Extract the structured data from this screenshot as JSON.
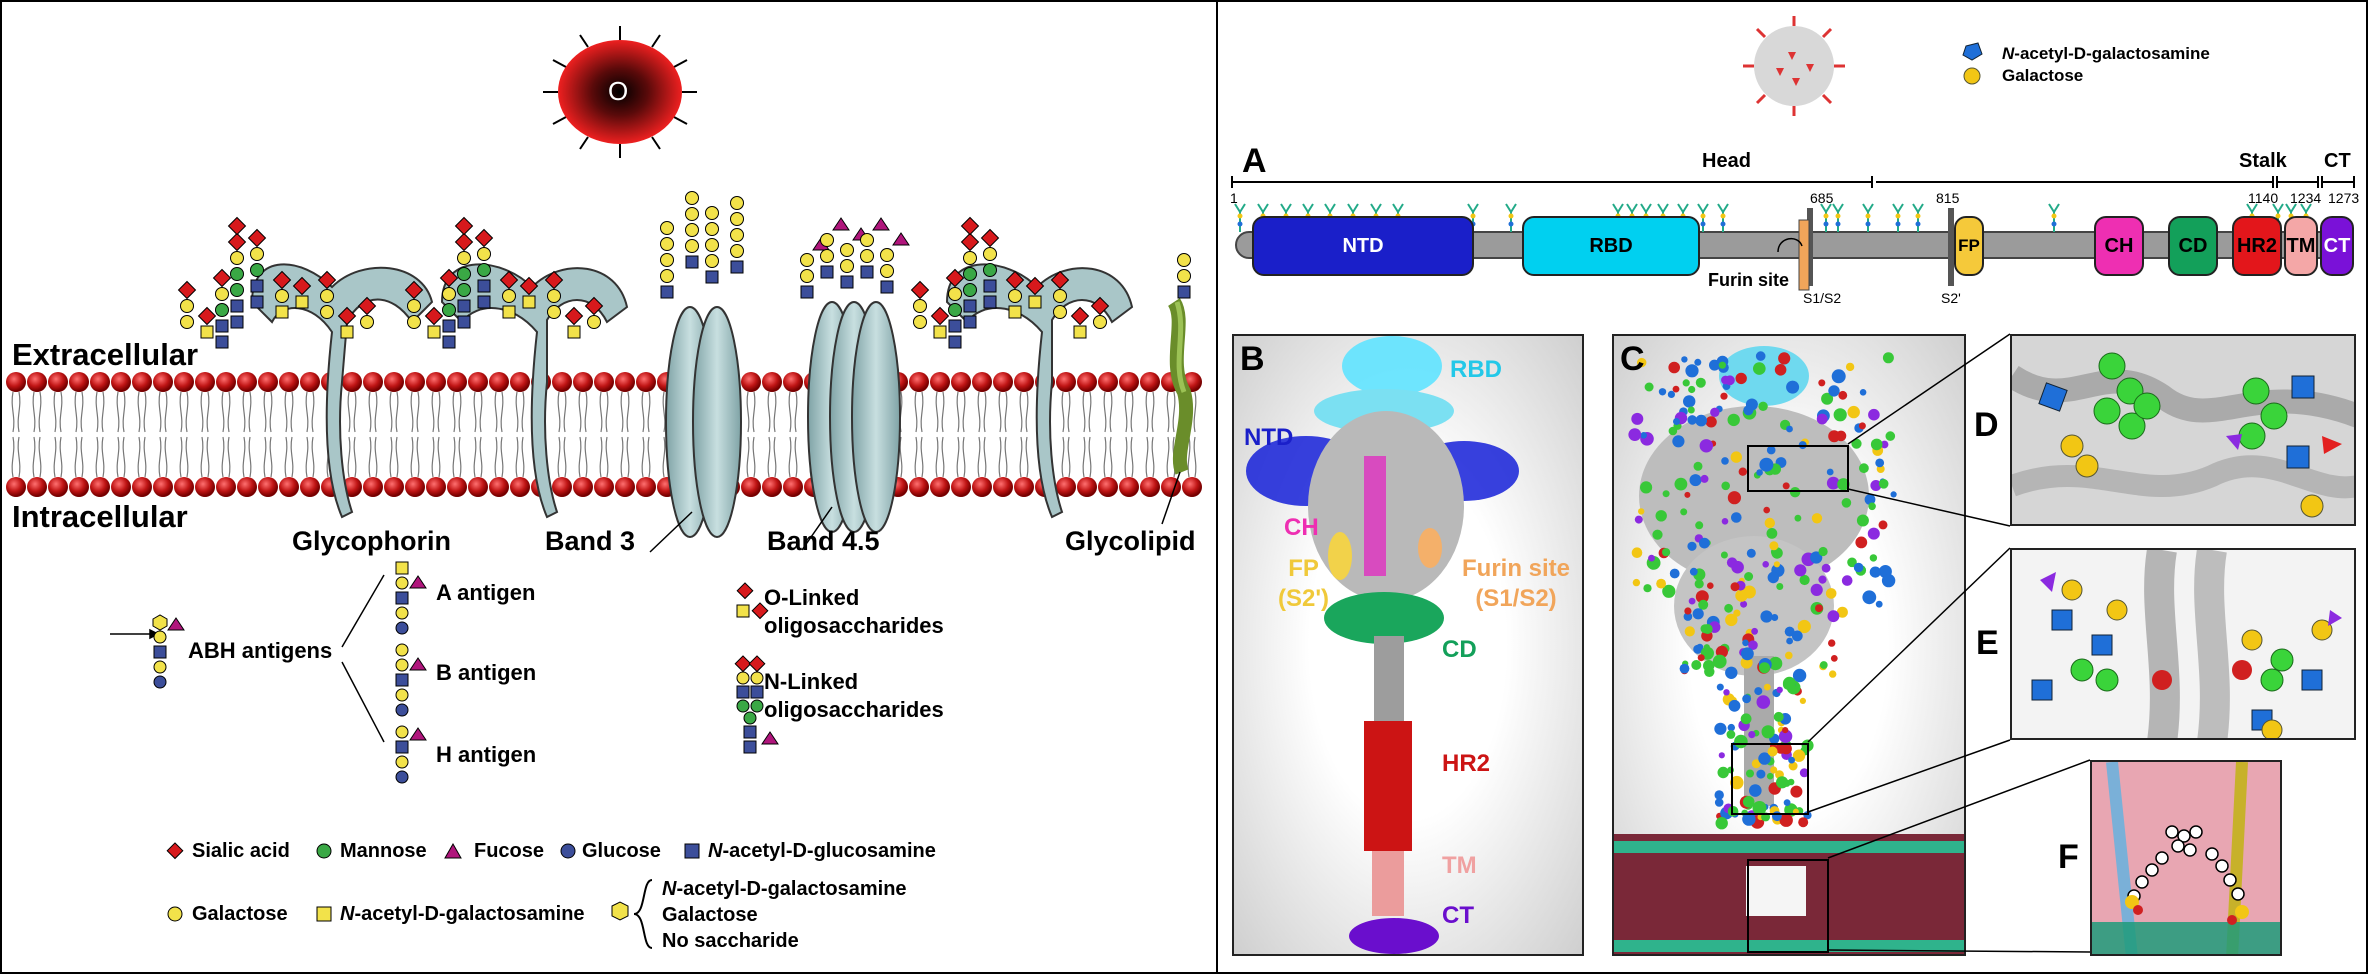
{
  "left": {
    "virus_label": "O",
    "extracellular": "Extracellular",
    "intracellular": "Intracellular",
    "proteins": [
      "Glycophorin",
      "Band 3",
      "Band 4.5",
      "Glycolipid"
    ],
    "abh": "ABH antigens",
    "antigens": [
      "A antigen",
      "B antigen",
      "H antigen"
    ],
    "olinked": [
      "O-Linked",
      "oligosaccharides"
    ],
    "nlinked": [
      "N-Linked",
      "oligosaccharides"
    ],
    "legend": {
      "sialic": "Sialic acid",
      "mannose": "Mannose",
      "fucose": "Fucose",
      "glucose": "Glucose",
      "nacglc_prefix": "N",
      "nacglc_rest": "-acetyl-D-glucosamine",
      "galactose": "Galactose",
      "nacgal_prefix": "N",
      "nacgal_rest": "-acetyl-D-galactosamine",
      "hex_line1_prefix": "N",
      "hex_line1_rest": "-acetyl-D-galactosamine",
      "hex_line2": "Galactose",
      "hex_line3": "No saccharide"
    }
  },
  "right": {
    "top_legend": {
      "galnac_prefix": "N",
      "galnac_rest": "-acetyl-D-galactosamine",
      "gal": "Galactose"
    },
    "panel_a": {
      "letter": "A",
      "head": "Head",
      "stalk": "Stalk",
      "ct": "CT",
      "positions": [
        "1",
        "685",
        "815",
        "1140",
        "1234",
        "1273"
      ],
      "domains": [
        "NTD",
        "RBD",
        "FP",
        "CH",
        "CD",
        "HR2",
        "TM",
        "CT"
      ],
      "furin": "Furin site",
      "s1s2": "S1/S2",
      "s2p": "S2'"
    },
    "panel_b": {
      "letter": "B",
      "rbd": "RBD",
      "ntd": "NTD",
      "ch": "CH",
      "fp1": "FP",
      "fp2": "(S2')",
      "furin1": "Furin site",
      "furin2": "(S1/S2)",
      "cd": "CD",
      "hr2": "HR2",
      "tm": "TM",
      "ct": "CT"
    },
    "panel_letters": [
      "C",
      "D",
      "E",
      "F"
    ]
  },
  "colors": {
    "red": "#d7191c",
    "green": "#3aa845",
    "magenta": "#b0157c",
    "blue": "#3c4e9a",
    "yellow": "#f2e24a",
    "ntd": "#1a1fc9",
    "rbd": "#00d0f0",
    "fp": "#f5c93a",
    "ch": "#ee2fb2",
    "cd": "#13a05a",
    "hr2": "#e3161b",
    "tm": "#f4a7a7",
    "ctd": "#7a11d8"
  }
}
